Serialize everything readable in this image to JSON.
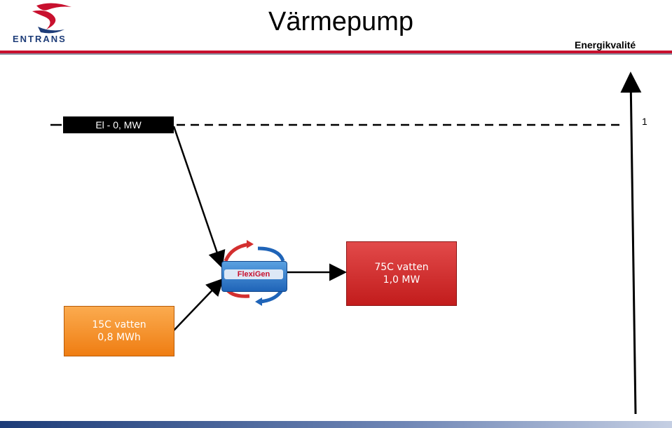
{
  "header": {
    "logo_text": "ENTRANS",
    "title": "Värmepump",
    "quality_label": "Energikvalité"
  },
  "diagram": {
    "el_label": "El  - 0, MW",
    "marker": "1",
    "device_name": "FlexiGen",
    "hot_box": {
      "line1": "75C vatten",
      "line2": "1,0 MW"
    },
    "cold_box": {
      "line1": "15C vatten",
      "line2": "0,8 MWh"
    }
  },
  "colors": {
    "brand_red": "#c8102e",
    "brand_blue": "#1d3c78",
    "hot_box": "#d32f2f",
    "cold_box": "#f5901f"
  }
}
